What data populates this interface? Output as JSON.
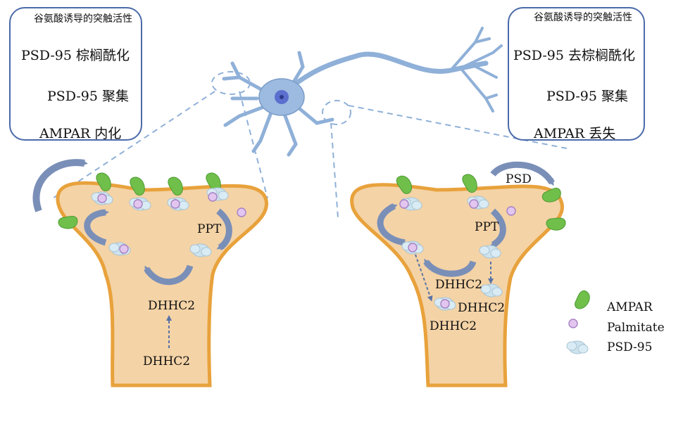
{
  "left_box": {
    "step1": "谷氨酸诱导的突触活性",
    "step2": "PSD-95 棕榈酰化",
    "step3": "PSD-95 聚集",
    "step4": "AMPAR 内化"
  },
  "right_box": {
    "step1": "谷氨酸诱导的突触活性",
    "step2": "PSD-95 去棕榈酰化",
    "step3": "PSD-95 聚集",
    "step4": "AMPAR 丢失"
  },
  "left_spine": {
    "ppt": "PPT",
    "dhhc2_upper": "DHHC2",
    "dhhc2_lower": "DHHC2"
  },
  "right_spine": {
    "psd": "PSD",
    "ppt": "PPT",
    "dhhc2_a": "DHHC2",
    "dhhc2_b": "DHHC2",
    "dhhc2_c": "DHHC2"
  },
  "legend": {
    "ampar": "AMPAR",
    "palmitate": "Palmitate",
    "psd95": "PSD-95"
  },
  "colors": {
    "box_border": "#4a6aa8",
    "flow_arrow": "#e07a5f",
    "spine_fill": "#f4d3a6",
    "spine_border": "#e8a23c",
    "ampar": "#6fbf4a",
    "palmitate": "#e2c6ef",
    "psd95": "#cde3ee",
    "cycle_arrow": "#7a8fb8",
    "neuron": "#8fb0d8",
    "up_badge": "#4ea352",
    "down_badge": "#c7303a"
  }
}
